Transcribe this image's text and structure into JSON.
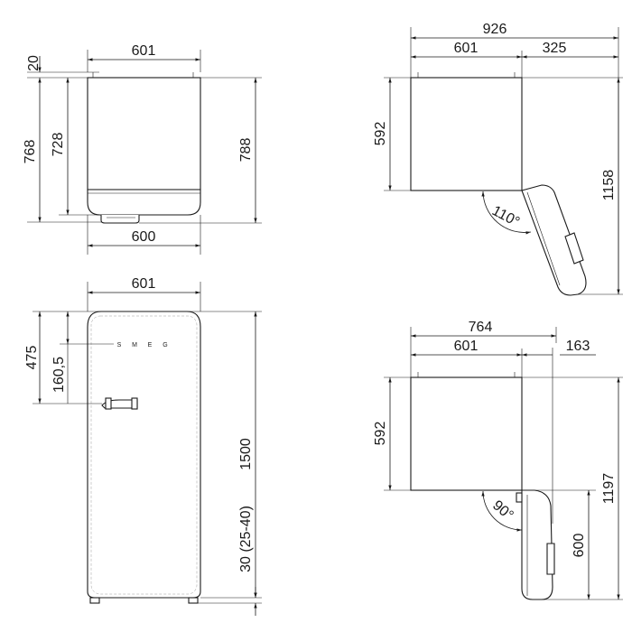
{
  "views": {
    "top_closed": {
      "width_top": "601",
      "hinge_offset": "20",
      "depth_total": "768",
      "depth_body": "728",
      "depth_with_handle": "788",
      "width_bottom": "600"
    },
    "front": {
      "width": "601",
      "handle_from_top": "475",
      "logo_from_top": "160,5",
      "height": "1500",
      "feet": "30 (25-40)",
      "logo_letters": [
        "S",
        "M",
        "E",
        "G"
      ]
    },
    "top_open_110": {
      "total_width": "926",
      "body_width": "601",
      "door_extension": "325",
      "depth": "592",
      "total_depth": "1158",
      "angle": "110°"
    },
    "top_open_90": {
      "total_width": "764",
      "body_width": "601",
      "door_extension": "163",
      "depth": "592",
      "total_depth": "1197",
      "door_depth": "600",
      "angle": "90°"
    }
  }
}
